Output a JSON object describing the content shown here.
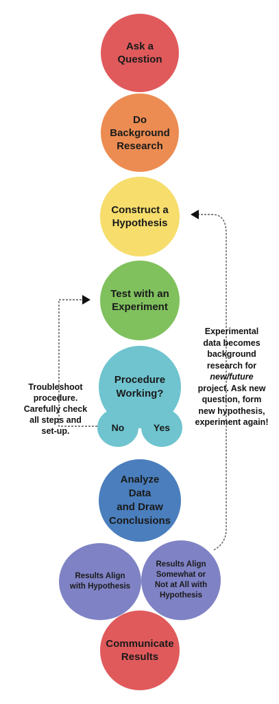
{
  "steps": {
    "ask": "Ask a\nQuestion",
    "research": "Do\nBackground\nResearch",
    "hypothesis": "Construct a\nHypothesis",
    "experiment": "Test with an\nExperiment",
    "procedure": "Procedure\nWorking?",
    "no": "No",
    "yes": "Yes",
    "analyze": "Analyze\nData\nand Draw\nConclusions",
    "align": "Results Align\nwith Hypothesis",
    "not_align": "Results Align\nSomewhat or\nNot at All with\nHypothesis",
    "communicate": "Communicate\nResults"
  },
  "notes": {
    "troubleshoot": "Troubleshoot\nprocedure.\nCarefully check\nall steps and\nset-up.",
    "feedback_1": "Experimental\ndata becomes\nbackground\nresearch for",
    "feedback_em": "new/future",
    "feedback_2": "project. Ask new\nquestion, form\nnew hypothesis,\nexperiment again!"
  },
  "colors": {
    "red": "#e05a5c",
    "orange": "#ec8c52",
    "yellow": "#f6dd6c",
    "green": "#80c15e",
    "teal": "#6fc4cf",
    "blue": "#4a7ebd",
    "purple": "#7f82c4"
  }
}
